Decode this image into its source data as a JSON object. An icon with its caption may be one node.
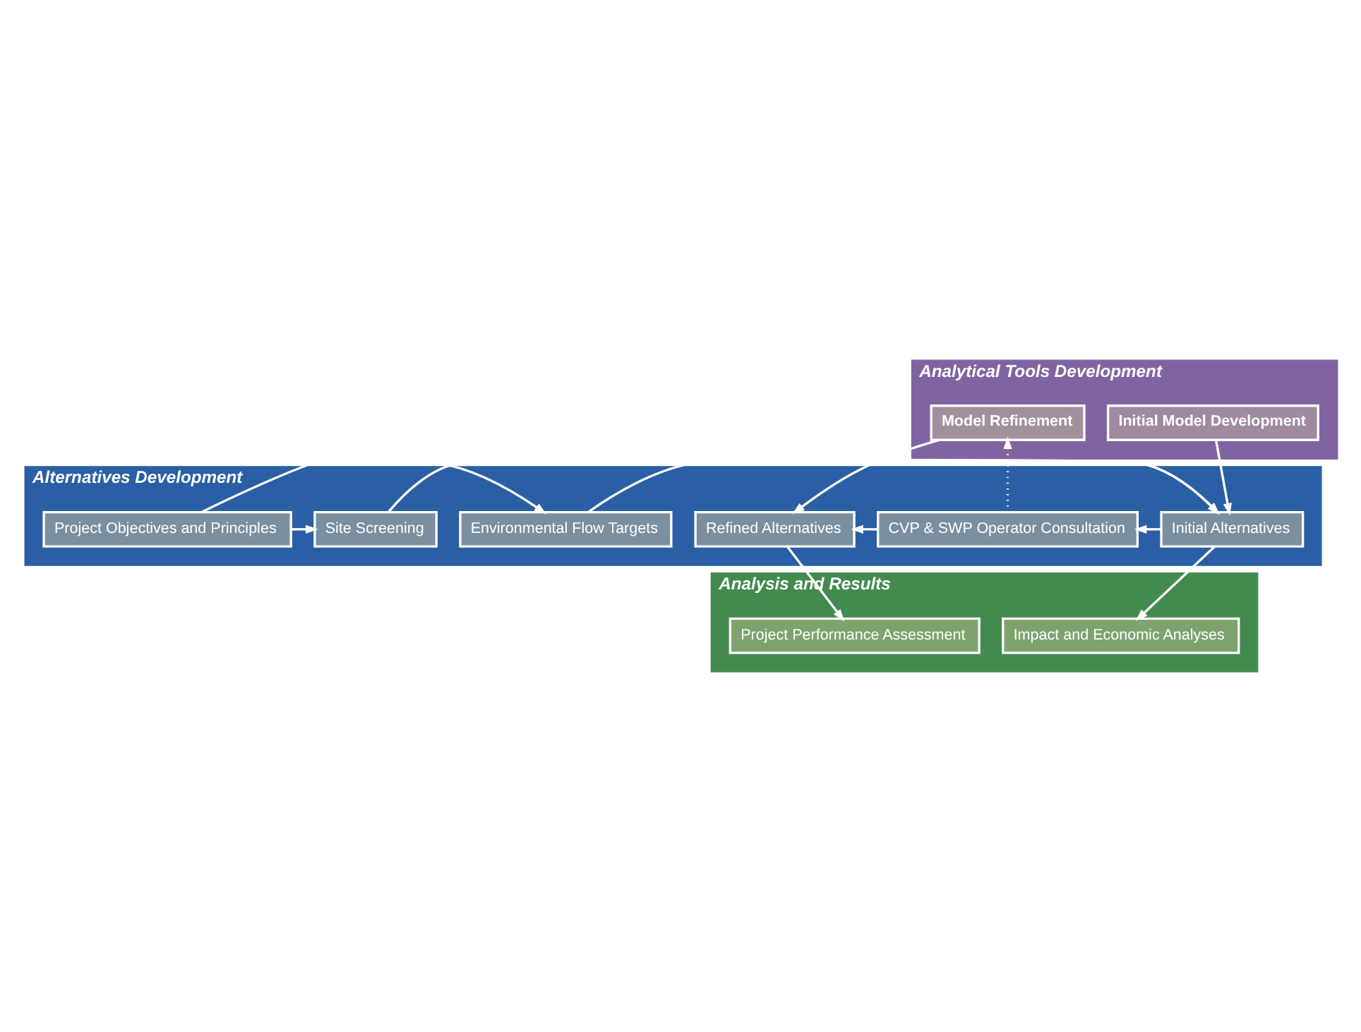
{
  "diagram": {
    "nodes": [
      {
        "text": [
          "Analytical Tools Development"
        ]
      },
      {
        "text": [
          "Initial Model Development"
        ],
        "in": 0
      },
      {
        "text": [
          "Model Refinement"
        ],
        "in": 0
      },
      {
        "text": [
          "Alternatives Development"
        ]
      },
      {
        "text": [
          "Project Objectives and Principles"
        ],
        "in": 3
      },
      {
        "text": [
          "Environmental Flow Targets"
        ],
        "in": 3
      },
      {
        "text": [
          "Site Screening"
        ],
        "in": 3
      },
      {
        "text": [
          "Initial Alternatives"
        ],
        "in": 3
      },
      {
        "text": [
          "CVP & SWP Operator Consultation"
        ],
        "in": 3
      },
      {
        "text": [
          "Refined Alternatives"
        ],
        "in": 3
      },
      {
        "text": [
          "Analysis and Results"
        ]
      },
      {
        "text": [
          "Impact and Economic Analyses"
        ],
        "in": 10
      },
      {
        "text": [
          "Project Performance Assessment"
        ],
        "in": 10
      }
    ],
    "edges": [
      {
        "from": 4,
        "to": 5,
        "arrow": "to"
      },
      {
        "from": 4,
        "to": 6,
        "arrow": "to"
      },
      {
        "from": 5,
        "to": 7,
        "arrow": "to"
      },
      {
        "from": 6,
        "to": 7,
        "arrow": "to"
      },
      {
        "from": 1,
        "to": 7,
        "arrow": "to"
      },
      {
        "from": 7,
        "to": 8,
        "arrow": "to"
      },
      {
        "from": 8,
        "to": 2,
        "arrow": "to",
        "style": "dashed"
      },
      {
        "from": 2,
        "to": 9,
        "arrow": "to"
      },
      {
        "from": 8,
        "to": 9,
        "arrow": "to"
      },
      {
        "from": 7,
        "to": 11,
        "arrow": "to"
      },
      {
        "from": 9,
        "to": 12,
        "arrow": "to"
      }
    ]
  }
}
